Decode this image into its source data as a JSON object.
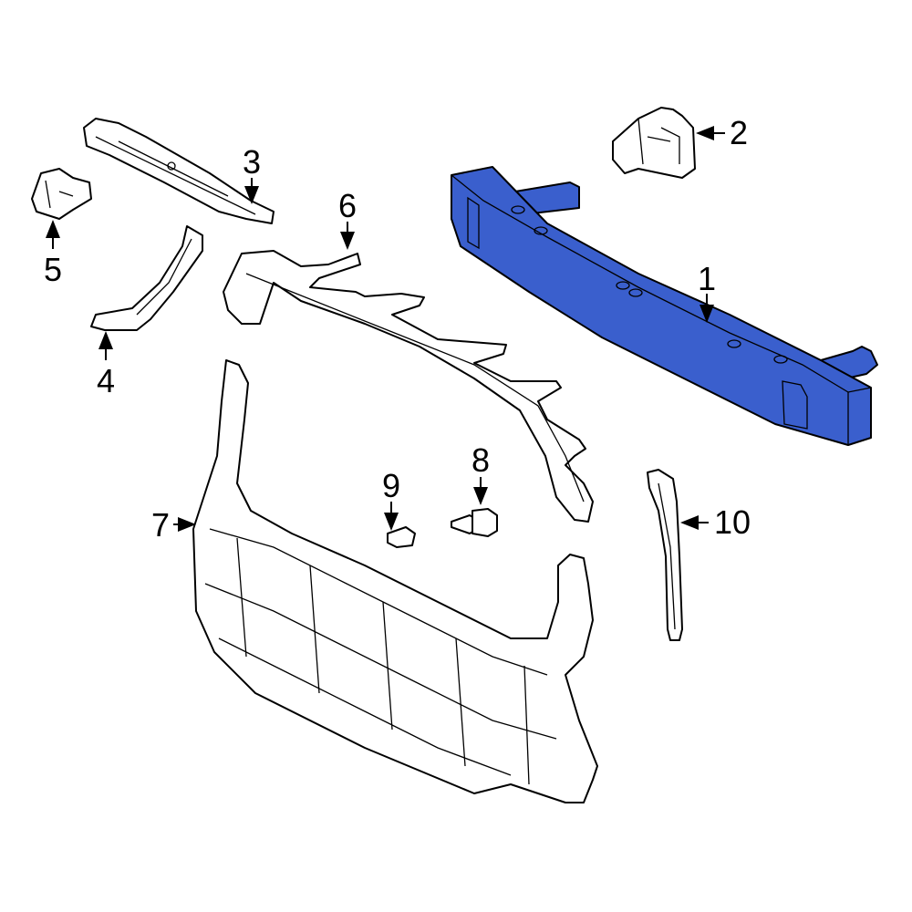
{
  "diagram": {
    "highlight_color": "#3a5fcd",
    "highlighted_part": "1",
    "callouts": [
      {
        "id": "1",
        "label": "1"
      },
      {
        "id": "2",
        "label": "2"
      },
      {
        "id": "3",
        "label": "3"
      },
      {
        "id": "4",
        "label": "4"
      },
      {
        "id": "5",
        "label": "5"
      },
      {
        "id": "6",
        "label": "6"
      },
      {
        "id": "7",
        "label": "7"
      },
      {
        "id": "8",
        "label": "8"
      },
      {
        "id": "9",
        "label": "9"
      },
      {
        "id": "10",
        "label": "10"
      }
    ]
  }
}
